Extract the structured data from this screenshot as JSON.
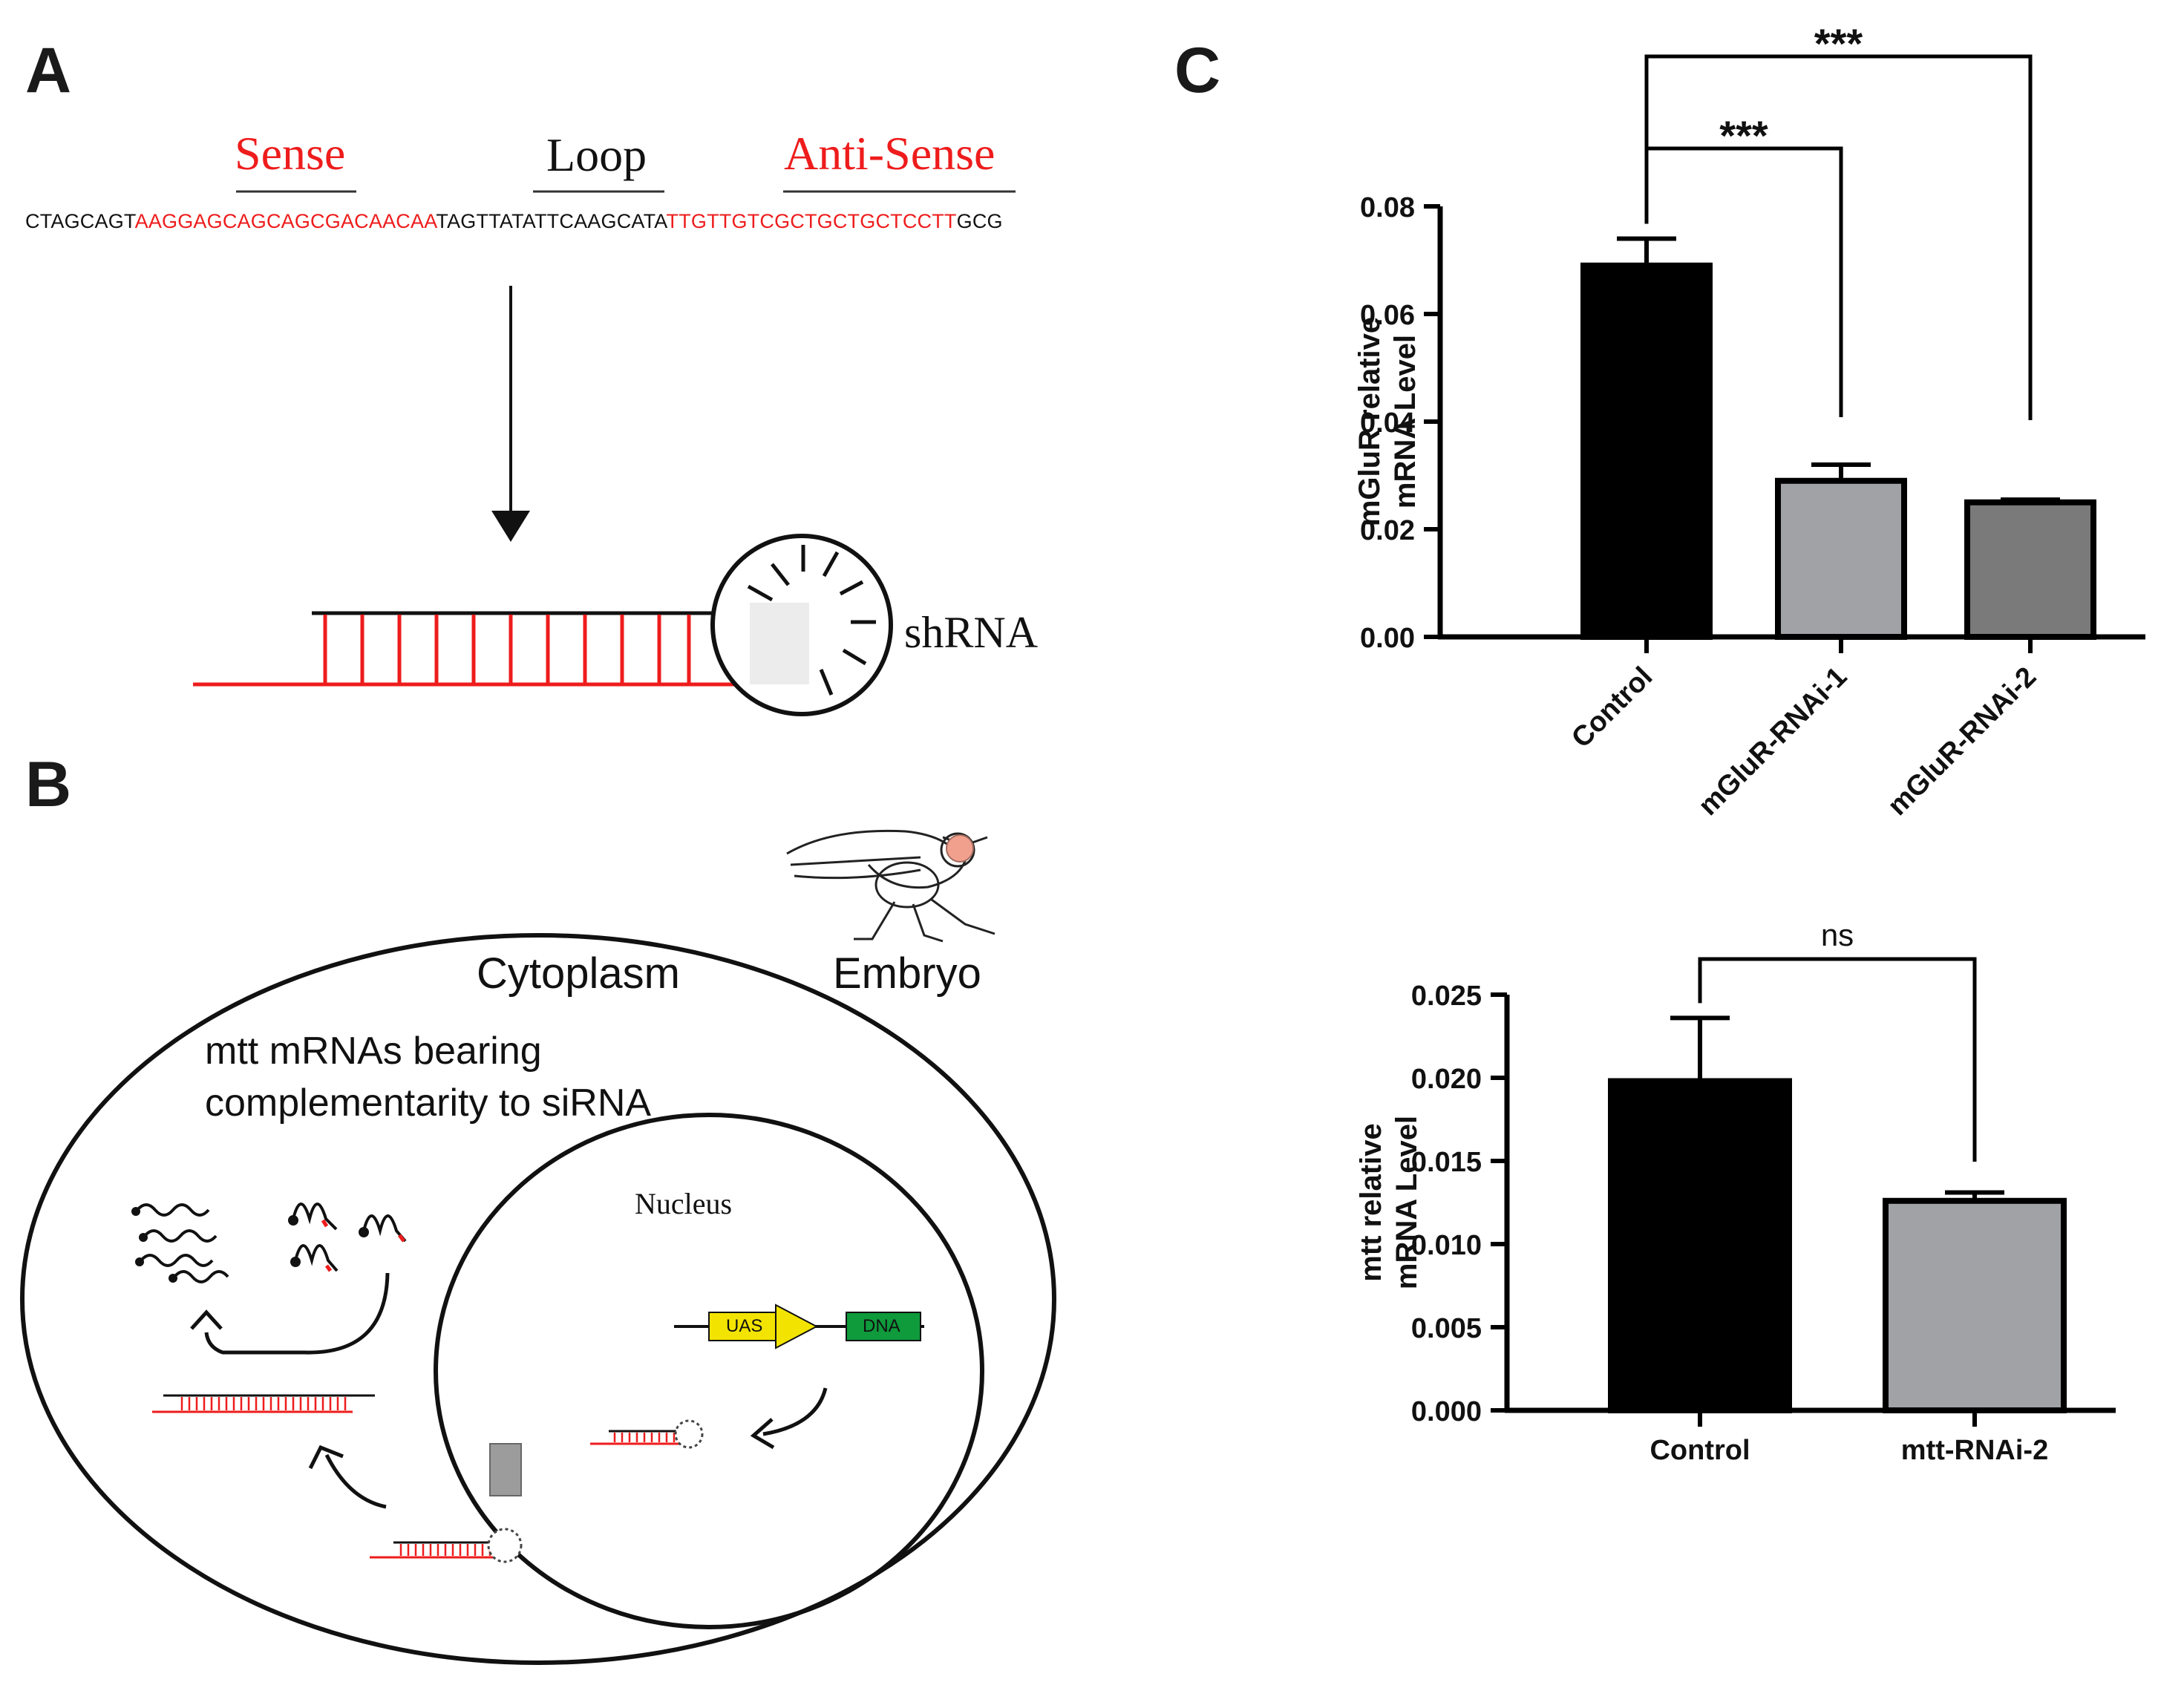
{
  "panels": {
    "a": "A",
    "b": "B",
    "c": "C"
  },
  "panel_a": {
    "sense_label": "Sense",
    "loop_label": "Loop",
    "antisense_label": "Anti-Sense",
    "seq_prefix": "CTAGCAGT",
    "seq_sense": "AAGGAGCAGCAGCGACAACAA",
    "seq_loop": "TAGTTATATTCAAGCATA",
    "seq_antisense": "TTGTTGTCGCTGCTGCTCCTT",
    "seq_suffix": "GCG",
    "shrna_label": "shRNA"
  },
  "panel_b": {
    "cytoplasm": "Cytoplasm",
    "embryo": "Embryo",
    "mrna_line1": "mtt mRNAs bearing",
    "mrna_line2": "complementarity to siRNA",
    "nucleus": "Nucleus",
    "uas": "UAS",
    "dna": "DNA"
  },
  "colors": {
    "red": "#ee1c1c",
    "bar_control": "#000000",
    "bar_rnai1": "#a1a2a6",
    "bar_rnai2": "#7a7a7a",
    "uas_yellow": "#f2e400",
    "dna_green": "#0f9a3c"
  },
  "chart_data": [
    {
      "type": "bar",
      "title": "",
      "ylabel_line1": "mGluR relative",
      "ylabel_line2": "mRNA Level",
      "categories": [
        "Control",
        "mGluR-RNAi-1",
        "mGluR-RNAi-2"
      ],
      "values": [
        0.069,
        0.029,
        0.025
      ],
      "errors": [
        0.005,
        0.003,
        0.0005
      ],
      "ylim": [
        0,
        0.08
      ],
      "yticks": [
        "0.00",
        "0.02",
        "0.04",
        "0.06",
        "0.08"
      ],
      "significance": [
        {
          "from": "Control",
          "to": "mGluR-RNAi-1",
          "label": "***"
        },
        {
          "from": "Control",
          "to": "mGluR-RNAi-2",
          "label": "***"
        }
      ]
    },
    {
      "type": "bar",
      "title": "",
      "ylabel_line1": "mtt relative",
      "ylabel_line2": "mRNA Level",
      "categories": [
        "Control",
        "mtt-RNAi-2"
      ],
      "values": [
        0.0198,
        0.0126
      ],
      "errors": [
        0.0038,
        0.0005
      ],
      "ylim": [
        0,
        0.025
      ],
      "yticks": [
        "0.000",
        "0.005",
        "0.010",
        "0.015",
        "0.020",
        "0.025"
      ],
      "significance": [
        {
          "from": "Control",
          "to": "mtt-RNAi-2",
          "label": "ns"
        }
      ]
    }
  ]
}
